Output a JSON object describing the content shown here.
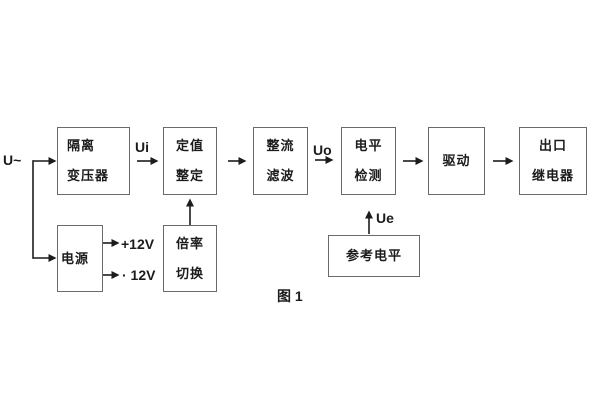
{
  "blocks": {
    "isolation_transformer": {
      "line1": "隔离",
      "line2": "变压器"
    },
    "setting": {
      "line1": "定值",
      "line2": "整定"
    },
    "rectifier_filter": {
      "line1": "整流",
      "line2": "滤波"
    },
    "level_detection": {
      "line1": "电平",
      "line2": "检测"
    },
    "drive": {
      "label": "驱动"
    },
    "output_relay": {
      "line1": "出口",
      "line2": "继电器"
    },
    "power_supply": {
      "label": "电源"
    },
    "ratio_switch": {
      "line1": "倍率",
      "line2": "切换"
    },
    "reference_level": {
      "label": "参考电平"
    }
  },
  "signals": {
    "input": "U~",
    "ui": "Ui",
    "uo": "Uo",
    "ue": "Ue",
    "plus_12v": "+12V",
    "minus_12v": "· 12V"
  },
  "caption": "图 1",
  "colors": {
    "background": "#ffffff",
    "box_border": "#6a6a6a",
    "wire": "#1c1c1c",
    "text": "#1c1c1c"
  }
}
